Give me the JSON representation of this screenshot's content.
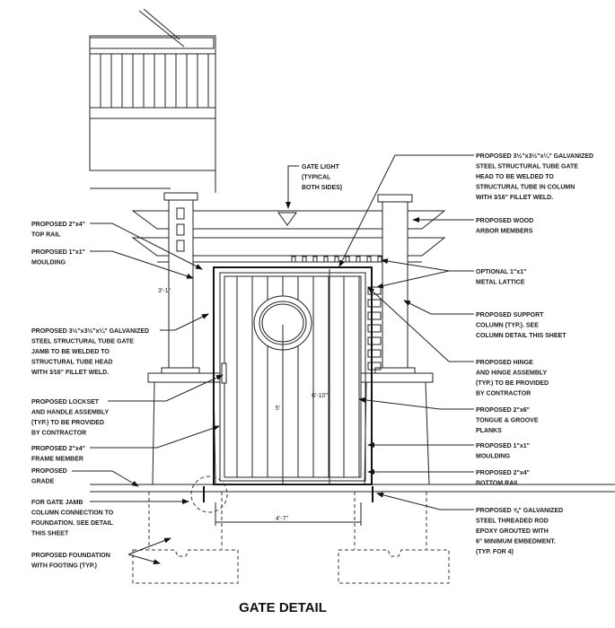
{
  "title": "GATE DETAIL",
  "gate_light": [
    "GATE LIGHT",
    "(TYPICAL",
    "BOTH SIDES)"
  ],
  "left_labels": [
    [
      "PROPOSED 2\"x4\"",
      "TOP RAIL"
    ],
    [
      "PROPOSED 1\"x1\"",
      "MOULDING"
    ],
    [
      "PROPOSED 3½\"x3½\"x¼\" GALVANIZED",
      "STEEL STRUCTURAL TUBE GATE",
      "JAMB TO BE WELDED TO",
      "STRUCTURAL TUBE HEAD",
      "WITH 3⁄16\" FILLET WELD."
    ],
    [
      "PROPOSED LOCKSET",
      "AND HANDLE ASSEMBLY",
      "(TYP.) TO BE PROVIDED",
      "BY CONTRACTOR"
    ],
    [
      "PROPOSED 2\"x4\"",
      "FRAME MEMBER"
    ],
    [
      "PROPOSED",
      "GRADE"
    ],
    [
      "FOR GATE JAMB",
      "COLUMN CONNECTION TO",
      "FOUNDATION.  SEE DETAIL",
      "THIS SHEET"
    ],
    [
      "PROPOSED FOUNDATION",
      "WITH FOOTING (TYP.)"
    ]
  ],
  "right_labels": [
    [
      "PROPOSED 3½\"x3½\"x¼\" GALVANIZED",
      "STEEL STRUCTURAL TUBE GATE",
      "HEAD TO BE WELDED TO",
      "STRUCTURAL TUBE IN COLUMN",
      "WITH 3⁄16\" FILLET WELD."
    ],
    [
      "PROPOSED WOOD",
      "ARBOR MEMBERS"
    ],
    [
      "OPTIONAL 1\"x1\"",
      "METAL LATTICE"
    ],
    [
      "PROPOSED SUPPORT",
      "COLUMN (TYP.).  SEE",
      "COLUMN DETAIL THIS SHEET"
    ],
    [
      "PROPOSED HINGE",
      "AND HINGE ASSEMBLY",
      "(TYP.) TO BE PROVIDED",
      "BY CONTRACTOR"
    ],
    [
      "PROPOSED 2\"x6\"",
      "TONGUE & GROOVE",
      "PLANKS"
    ],
    [
      "PROPOSED 1\"x1\"",
      "MOULDING"
    ],
    [
      "PROPOSED 2\"x4\"",
      "BOTTOM RAIL"
    ],
    [
      "PROPOSED ⅝\" GALVANIZED",
      "STEEL THREADED ROD",
      "EPOXY GROUTED WITH",
      "6\" MINIMUM EMBEDMENT.",
      "(TYP. FOR 4)"
    ]
  ],
  "dimensions": {
    "column_offset": "3'-1\"",
    "window_height": "5'",
    "gate_height": "6'-10\"",
    "gate_width": "4'-7\""
  }
}
